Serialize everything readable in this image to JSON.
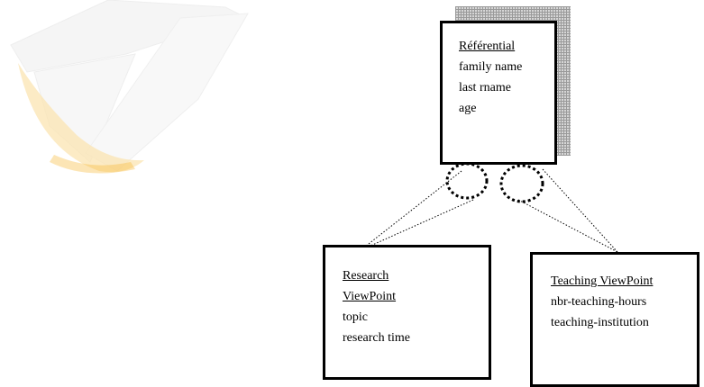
{
  "watermark": {
    "icon": "stylized-book-logo",
    "colors": {
      "accent": "#f6b52a",
      "pale": "#f3f3f3"
    }
  },
  "referential": {
    "title": "Référential",
    "fields": [
      "family name",
      "last rname",
      "age"
    ]
  },
  "research_viewpoint": {
    "title_line1": "Research",
    "title_line2": "ViewPoint",
    "fields": [
      "topic",
      "research time"
    ]
  },
  "teaching_viewpoint": {
    "title": "Teaching ViewPoint",
    "fields": [
      "nbr-teaching-hours",
      "teaching-institution"
    ]
  },
  "connectors": {
    "style": "dotted",
    "color": "#000000"
  }
}
